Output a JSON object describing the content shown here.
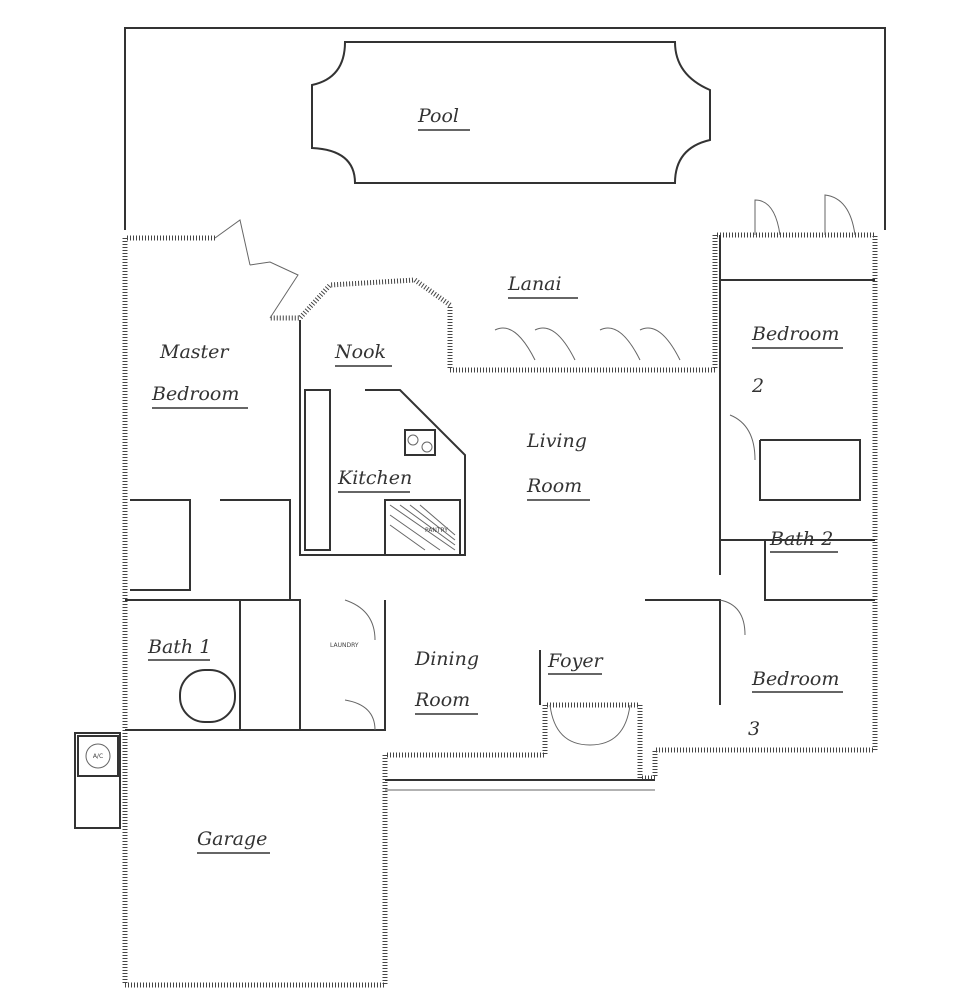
{
  "rooms": {
    "pool": "Pool",
    "lanai": "Lanai",
    "master_bedroom_1": "Master",
    "master_bedroom_2": "Bedroom",
    "nook": "Nook",
    "kitchen": "Kitchen",
    "living_1": "Living",
    "living_2": "Room",
    "bedroom2_1": "Bedroom",
    "bedroom2_2": "2",
    "bath2": "Bath 2",
    "bath1": "Bath 1",
    "dining_1": "Dining",
    "dining_2": "Room",
    "foyer": "Foyer",
    "bedroom3_1": "Bedroom",
    "bedroom3_2": "3",
    "garage": "Garage"
  },
  "small_labels": {
    "pantry": "PANTRY",
    "laundry": "LAUNDRY",
    "ac": "A/C"
  }
}
